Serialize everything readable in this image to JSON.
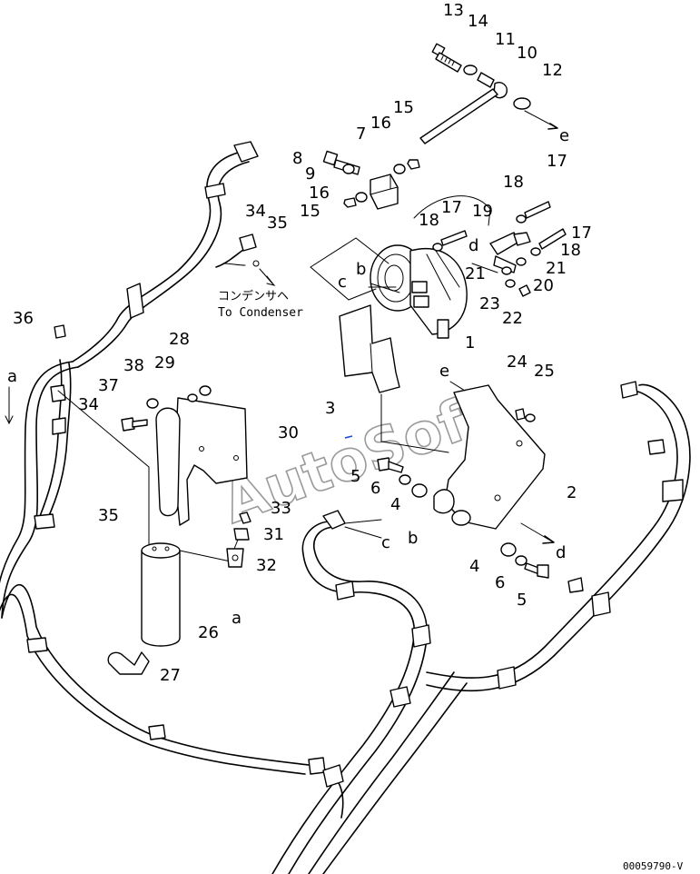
{
  "diagram": {
    "callouts": [
      "1",
      "2",
      "3",
      "4",
      "5",
      "6",
      "7",
      "8",
      "9",
      "10",
      "11",
      "12",
      "13",
      "14",
      "15",
      "16",
      "17",
      "18",
      "19",
      "20",
      "21",
      "22",
      "23",
      "24",
      "25",
      "26",
      "27",
      "28",
      "29",
      "30",
      "31",
      "32",
      "33",
      "34",
      "35",
      "36",
      "37",
      "38"
    ],
    "refs": [
      "a",
      "b",
      "c",
      "d",
      "e"
    ],
    "note_jp": "コンデンサヘ",
    "note_en": "To Condenser",
    "drawing_code": "00059790-V",
    "watermark": "AutoSoft"
  }
}
